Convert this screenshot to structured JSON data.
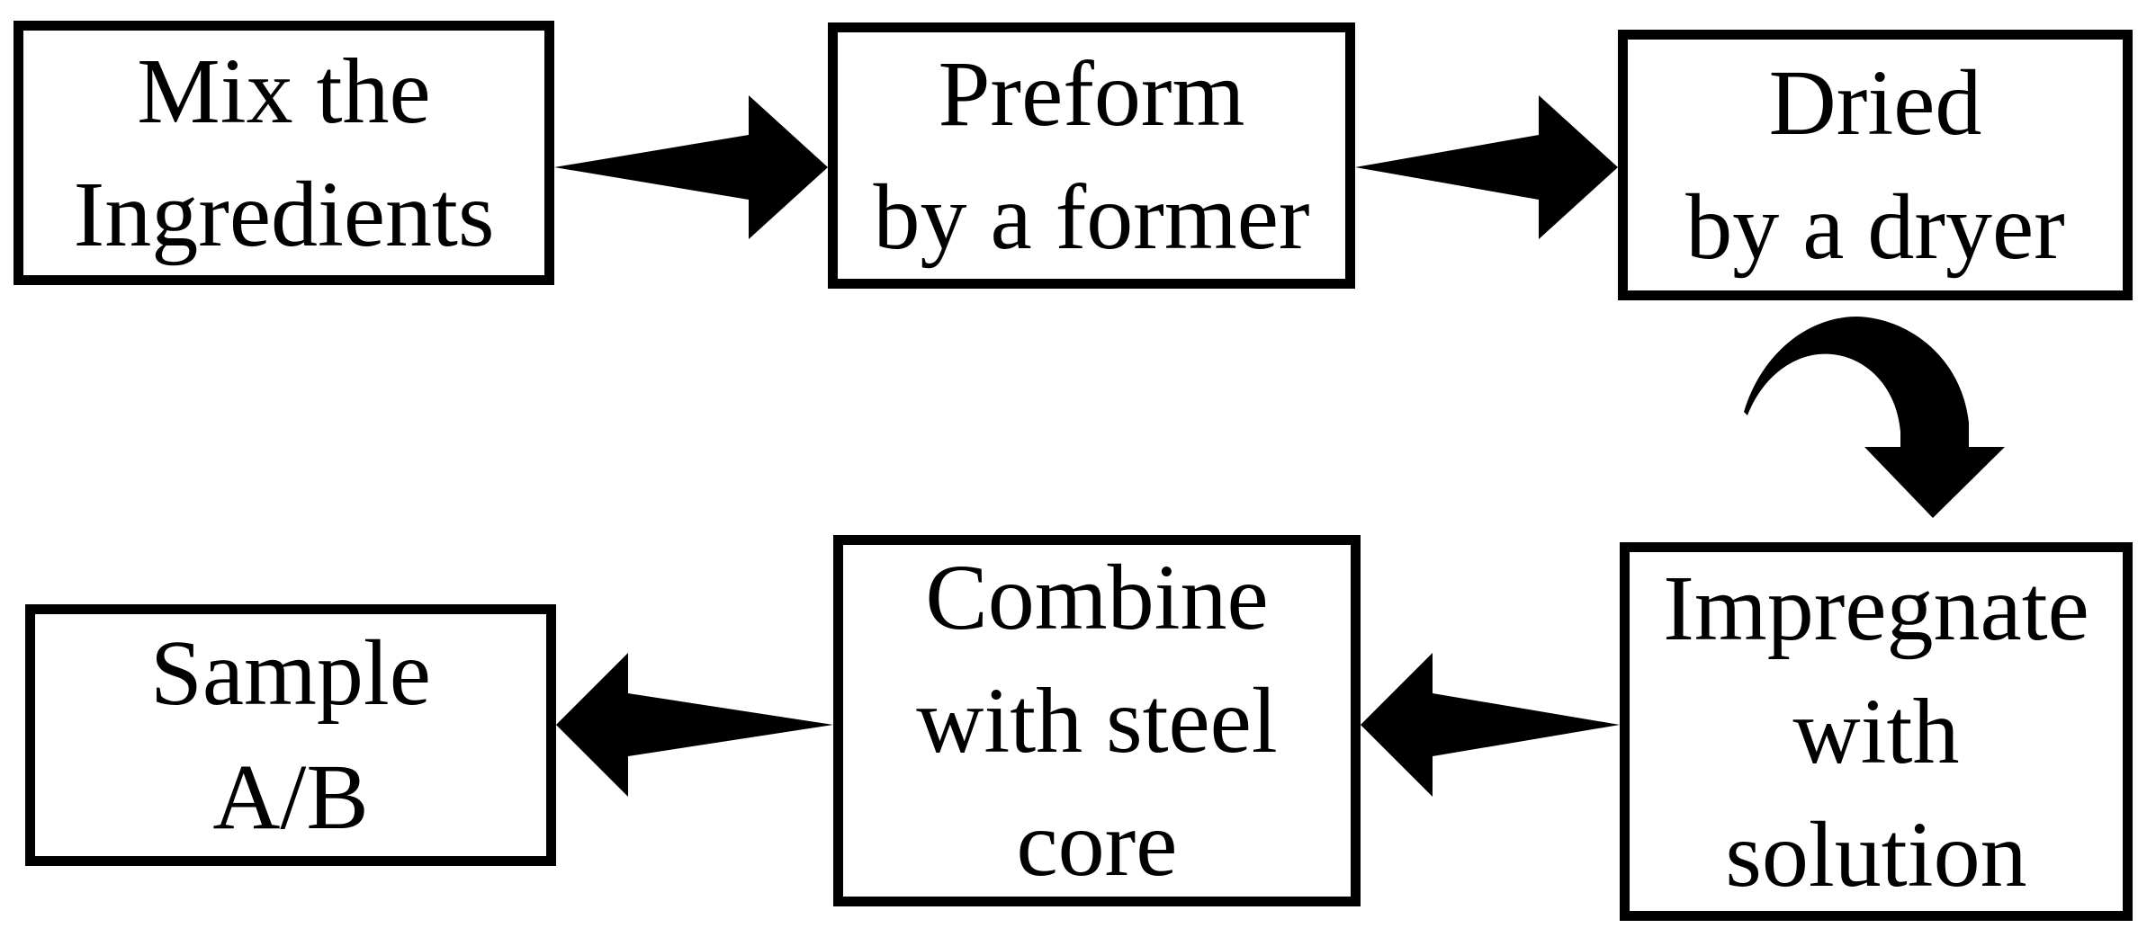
{
  "figure": {
    "type": "flowchart",
    "background": "#ffffff",
    "node_fill": "#ffffff",
    "node_border_color": "#000000",
    "text_color": "#000000",
    "arrow_color": "#000000",
    "nodes": [
      {
        "id": "mix-ingredients",
        "label": "Mix the Ingredients",
        "lines": [
          "Mix the",
          "Ingredients"
        ]
      },
      {
        "id": "preform",
        "label": "Preform by a former",
        "lines": [
          "Preform",
          "by a former"
        ]
      },
      {
        "id": "dried",
        "label": "Dried by a dryer",
        "lines": [
          "Dried",
          "by a dryer"
        ]
      },
      {
        "id": "impregnate",
        "label": "Impregnate with solution",
        "lines": [
          "Impregnate",
          "with",
          "solution"
        ]
      },
      {
        "id": "combine",
        "label": "Combine with steel core",
        "lines": [
          "Combine",
          "with steel",
          "core"
        ]
      },
      {
        "id": "sample",
        "label": "Sample A/B",
        "lines": [
          "Sample",
          "A/B"
        ]
      }
    ],
    "edges": [
      {
        "from": "mix-ingredients",
        "to": "preform",
        "shape": "block-arrow-right"
      },
      {
        "from": "preform",
        "to": "dried",
        "shape": "block-arrow-right"
      },
      {
        "from": "dried",
        "to": "impregnate",
        "shape": "curved-arrow-down"
      },
      {
        "from": "impregnate",
        "to": "combine",
        "shape": "block-arrow-left"
      },
      {
        "from": "combine",
        "to": "sample",
        "shape": "block-arrow-left"
      }
    ]
  }
}
